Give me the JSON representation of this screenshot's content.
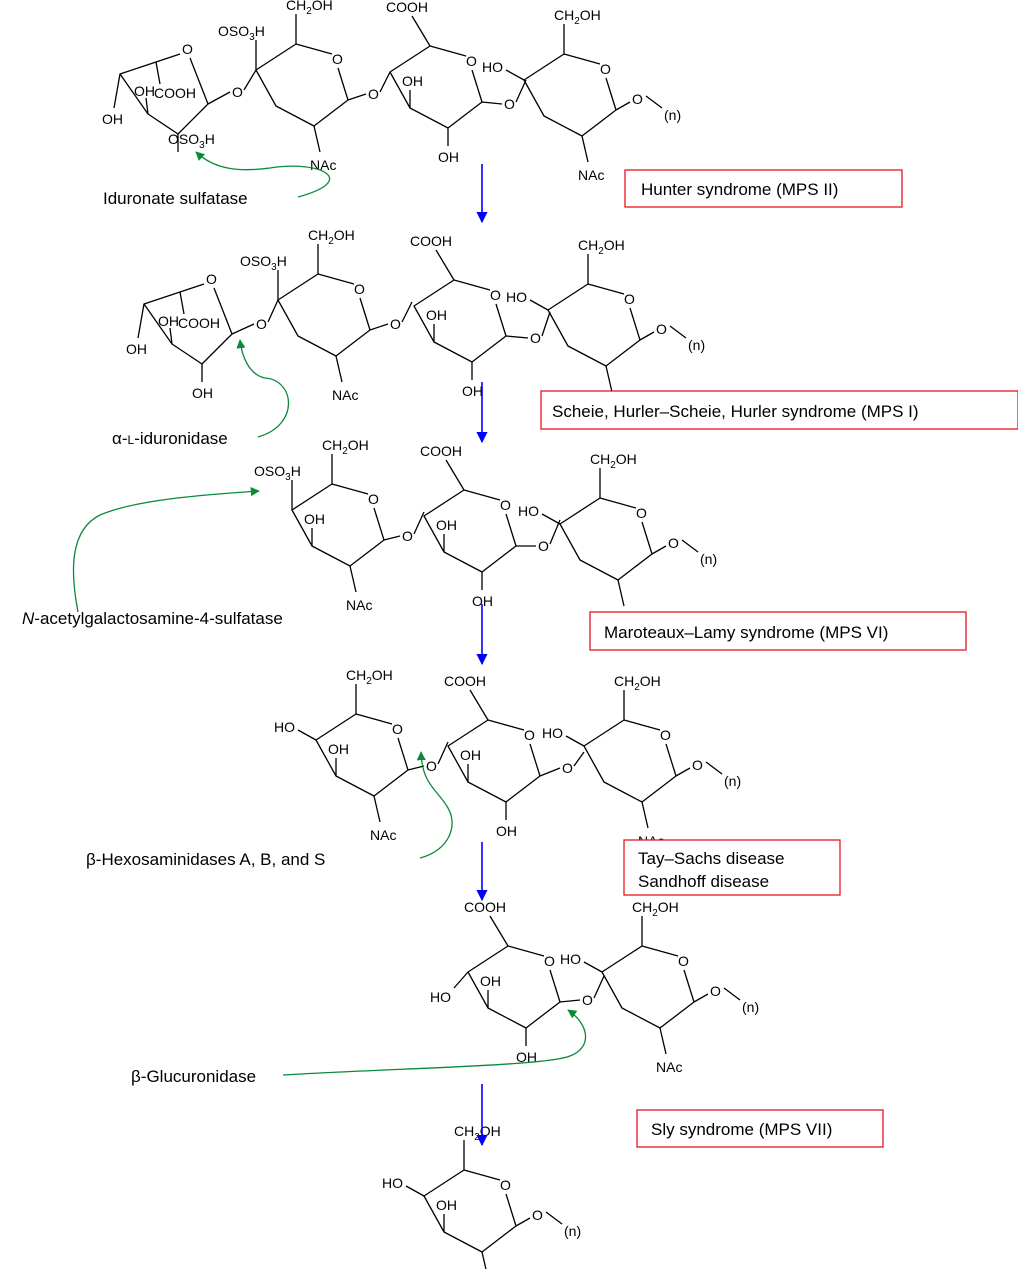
{
  "colors": {
    "step_arrow": "#0000ff",
    "enzyme_arrow": "#0b8a3a",
    "disease_box_border": "#e8141e"
  },
  "atoms": {
    "o": "O",
    "oh": "OH",
    "ho": "HO",
    "cooh": "COOH",
    "nac": "NAc",
    "ch2oh_pre": "CH",
    "ch2oh_sub": "2",
    "ch2oh_post": "OH",
    "oso3h_pre": "OSO",
    "oso3h_sub": "3",
    "oso3h_post": "H",
    "chain": "(n)"
  },
  "enzymes": {
    "iduronate_sulfatase": "Iduronate sulfatase",
    "alpha_pre": "α-",
    "alpha_small": "L",
    "alpha_post": "-iduronidase",
    "galnac4s_italic": "N",
    "galnac4s_rest": "-acetylgalactosamine-4-sulfatase",
    "hexosaminidases": "β-Hexosaminidases A, B, and S",
    "glucuronidase": "β-Glucuronidase"
  },
  "diseases": {
    "mps2": "Hunter syndrome (MPS II)",
    "mps1": "Scheie, Hurler–Scheie, Hurler syndrome (MPS I)",
    "mps6": "Maroteaux–Lamy syndrome (MPS VI)",
    "tay_sachs": "Tay–Sachs disease",
    "sandhoff": "Sandhoff disease",
    "mps7": "Sly syndrome (MPS VII)"
  }
}
